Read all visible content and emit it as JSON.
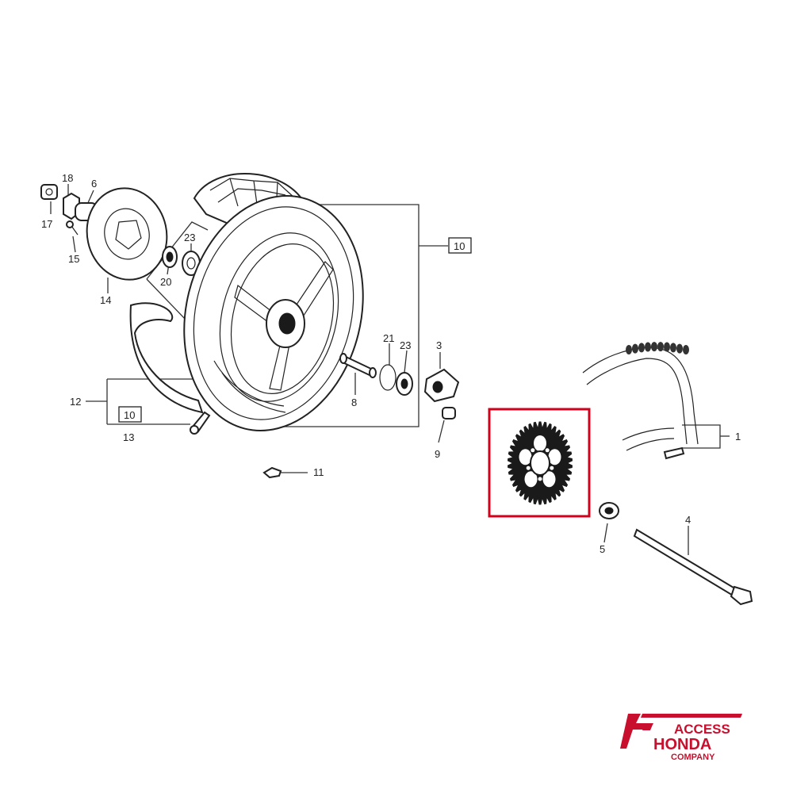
{
  "callouts": [
    {
      "id": "c1",
      "text": "1"
    },
    {
      "id": "c3",
      "text": "3"
    },
    {
      "id": "c4",
      "text": "4"
    },
    {
      "id": "c5",
      "text": "5"
    },
    {
      "id": "c6",
      "text": "6"
    },
    {
      "id": "c8",
      "text": "8"
    },
    {
      "id": "c9",
      "text": "9"
    },
    {
      "id": "c11",
      "text": "11"
    },
    {
      "id": "c12",
      "text": "12"
    },
    {
      "id": "c13",
      "text": "13"
    },
    {
      "id": "c14",
      "text": "14"
    },
    {
      "id": "c15",
      "text": "15"
    },
    {
      "id": "c17",
      "text": "17"
    },
    {
      "id": "c18",
      "text": "18"
    },
    {
      "id": "c20",
      "text": "20"
    },
    {
      "id": "c21",
      "text": "21"
    },
    {
      "id": "c23a",
      "text": "23"
    },
    {
      "id": "c23b",
      "text": "23"
    }
  ],
  "boxed_callouts": [
    {
      "id": "b10a",
      "text": "10"
    },
    {
      "id": "b10b",
      "text": "10"
    }
  ],
  "highlight": {
    "part": "rear-sprocket",
    "color": "#d0021b"
  },
  "logo": {
    "line1": "ACCESS",
    "line2": "HONDA",
    "line3": "COMPANY",
    "color": "#c8102e"
  }
}
